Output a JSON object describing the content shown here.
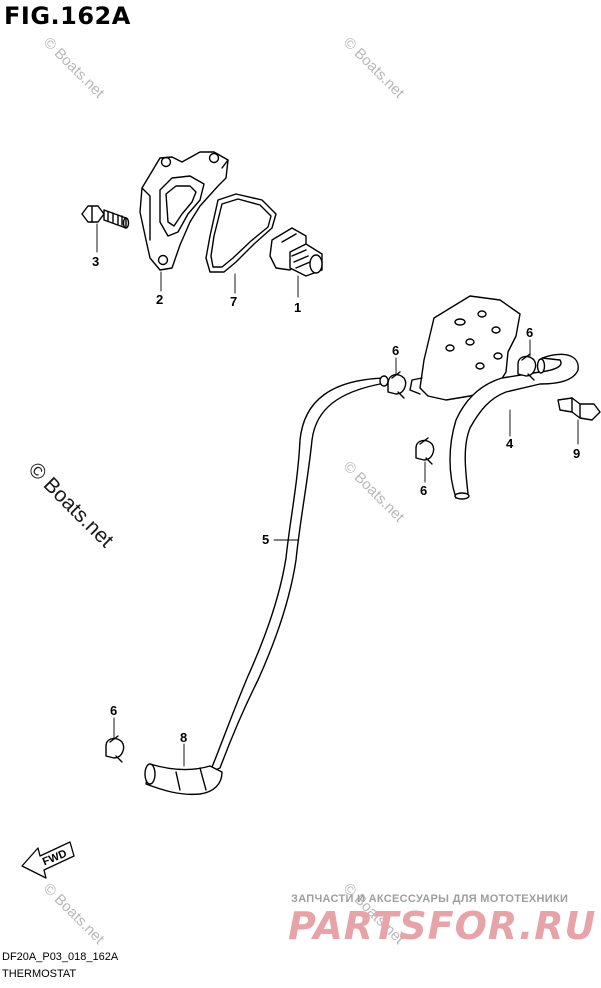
{
  "figure": {
    "title": "FIG.162A"
  },
  "callouts": [
    {
      "id": "1",
      "label": "1",
      "part": "thermostat"
    },
    {
      "id": "2",
      "label": "2",
      "part": "thermostat-cover"
    },
    {
      "id": "3",
      "label": "3",
      "part": "bolt"
    },
    {
      "id": "4",
      "label": "4",
      "part": "hose"
    },
    {
      "id": "5",
      "label": "5",
      "part": "long-hose"
    },
    {
      "id": "6a",
      "label": "6",
      "part": "clip"
    },
    {
      "id": "6b",
      "label": "6",
      "part": "clip"
    },
    {
      "id": "6c",
      "label": "6",
      "part": "clip"
    },
    {
      "id": "6d",
      "label": "6",
      "part": "clip"
    },
    {
      "id": "7",
      "label": "7",
      "part": "gasket"
    },
    {
      "id": "8",
      "label": "8",
      "part": "hose-elbow"
    },
    {
      "id": "9",
      "label": "9",
      "part": "clamp"
    }
  ],
  "fwd": {
    "label": "FWD"
  },
  "watermarks": {
    "small": "© Boats.net",
    "large": "© Boats.net"
  },
  "footer": {
    "code": "DF20A_P03_018_162A",
    "name": "THERMOSTAT"
  },
  "site": {
    "tagline": "ЗАПЧАСТИ И АКСЕССУАРЫ ДЛЯ МОТОТЕХНИКИ",
    "logo": "PARTSFOR.RU"
  },
  "colors": {
    "line": "#000000",
    "watermark": "#b8b8b8",
    "logo": "#e6a3a8"
  }
}
